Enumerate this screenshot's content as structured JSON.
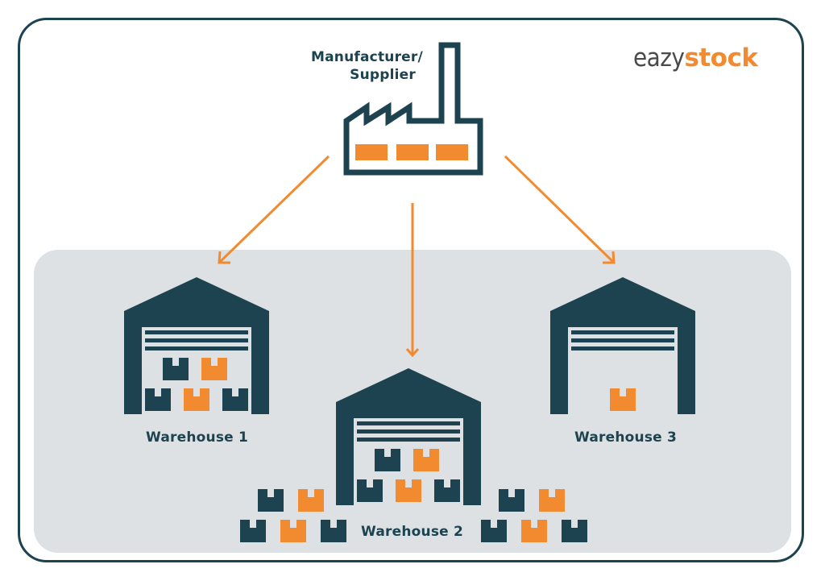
{
  "logo": {
    "part1": "eazy",
    "part2": "stock"
  },
  "source": {
    "label_line1": "Manufacturer/",
    "label_line2": "Supplier",
    "icon": "factory-icon"
  },
  "warehouses": [
    {
      "label": "Warehouse 1",
      "icon": "warehouse-icon",
      "boxes_inside": 5
    },
    {
      "label": "Warehouse 2",
      "icon": "warehouse-icon",
      "boxes_inside": 5,
      "boxes_outside": 10
    },
    {
      "label": "Warehouse 3",
      "icon": "warehouse-icon",
      "boxes_inside": 1
    }
  ],
  "colors": {
    "dark": "#1c434f",
    "orange": "#f28a30",
    "panel": "#dde1e4"
  }
}
